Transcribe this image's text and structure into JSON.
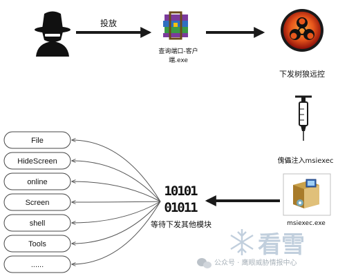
{
  "colors": {
    "arrow_dark": "#1a1a1a",
    "thin_arrow": "#555555",
    "biohazard_orange": "#e8571c",
    "biohazard_red": "#b0140e",
    "rar_purple": "#7b3a9c",
    "rar_blue": "#2f6fc0",
    "watermark": "#b7c7d8"
  },
  "icons": {
    "attacker": "hacker-hat-icon",
    "client": "winrar-books-icon",
    "trojan": "biohazard-icon",
    "inject": "syringe-icon",
    "msiexec": "installer-box-icon",
    "binary": "binary-data-icon"
  },
  "labels": {
    "deliver": "投放",
    "client_file": "查询端口-客户端.exe",
    "client_file_line1": "查询端口-客户",
    "client_file_line2": "端.exe",
    "trojan_deploy": "下发树狼远控",
    "inject_label": "傀儡注入msiexec",
    "msiexec_file": "msiexec.exe",
    "wait_modules": "等待下发其他模块",
    "binary_row1": "10101",
    "binary_row2": "01011"
  },
  "modules": [
    "File",
    "HideScreen",
    "online",
    "Screen",
    "shell",
    "Tools",
    "......"
  ],
  "watermark": {
    "brand": "看雪",
    "account": "公众号 · 鹰眼威胁情报中心"
  }
}
